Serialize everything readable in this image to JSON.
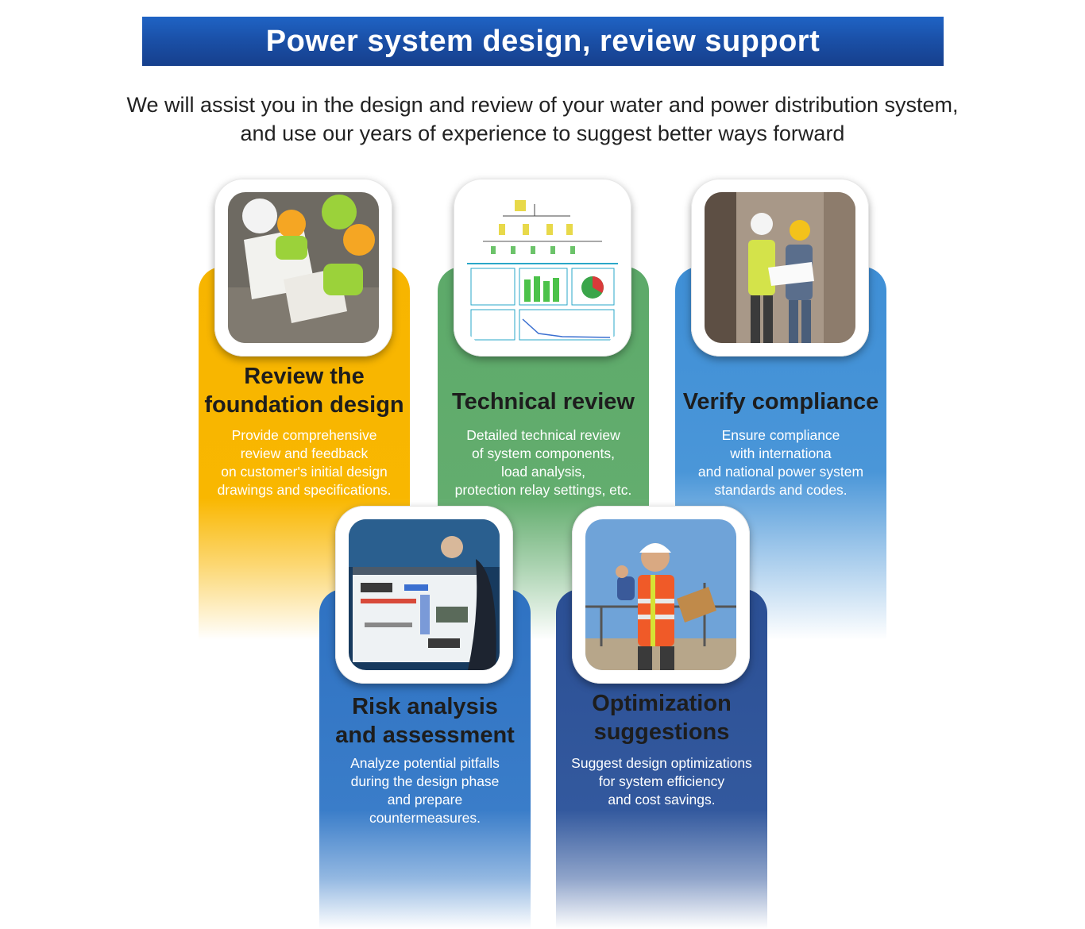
{
  "banner": {
    "title": "Power system design, review support"
  },
  "intro": {
    "line1": "We will assist you in the design and review of your water and power distribution system,",
    "line2": "and use our years of experience to suggest better ways forward"
  },
  "colors": {
    "banner": "#1a4fa6",
    "yellow": "#f9b700",
    "green": "#63ad6e",
    "blue": "#4a96d8",
    "blue_dark": "#3a7dc9",
    "navy": "#33599e"
  },
  "services": [
    {
      "title_lines": [
        "Review the",
        "foundation design"
      ],
      "desc_lines": [
        "Provide comprehensive",
        "review and feedback",
        "on customer's initial design",
        "drawings and specifications."
      ],
      "image": "engineers-reviewing-plans-photo"
    },
    {
      "title_lines": [
        "Technical review"
      ],
      "desc_lines": [
        "Detailed technical review",
        "of system components,",
        "load analysis,",
        "protection relay settings, etc."
      ],
      "image": "power-monitoring-dashboard-screenshot"
    },
    {
      "title_lines": [
        "Verify compliance"
      ],
      "desc_lines": [
        "Ensure compliance",
        "with internationa",
        "and national power system",
        "standards and codes."
      ],
      "image": "engineers-checking-documents-photo"
    },
    {
      "title_lines": [
        "Risk analysis",
        "and assessment"
      ],
      "desc_lines": [
        "Analyze potential pitfalls",
        "during the design phase",
        "and prepare",
        "countermeasures."
      ],
      "image": "control-room-monitor-photo"
    },
    {
      "title_lines": [
        "Optimization",
        "suggestions"
      ],
      "desc_lines": [
        "Suggest design optimizations",
        "for system efficiency",
        "and cost savings."
      ],
      "image": "engineer-thumbs-up-photo"
    }
  ]
}
